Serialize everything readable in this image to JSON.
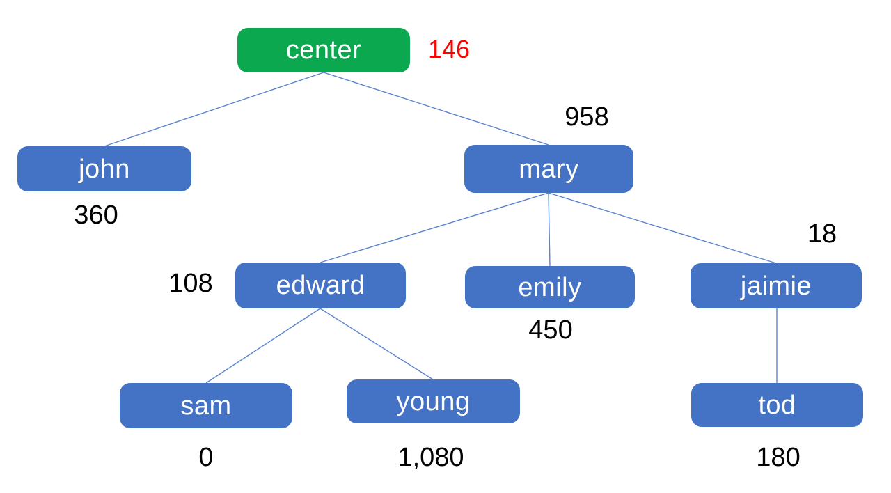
{
  "diagram": {
    "type": "tree",
    "background": "#ffffff",
    "colors": {
      "root_node_fill": "#0ca850",
      "node_fill": "#4472c4",
      "node_text": "#ffffff",
      "value_text": "#000000",
      "root_value_text": "#ff0000",
      "connector": "#5b83cf"
    },
    "nodes": {
      "center": {
        "label": "center",
        "value": "146"
      },
      "john": {
        "label": "john",
        "value": "360"
      },
      "mary": {
        "label": "mary",
        "value": "958"
      },
      "edward": {
        "label": "edward",
        "value": "108"
      },
      "emily": {
        "label": "emily",
        "value": "450"
      },
      "jaimie": {
        "label": "jaimie",
        "value": "18"
      },
      "sam": {
        "label": "sam",
        "value": "0"
      },
      "young": {
        "label": "young",
        "value": "1,080"
      },
      "tod": {
        "label": "tod",
        "value": "180"
      }
    },
    "edges": [
      {
        "from": "center",
        "to": "john"
      },
      {
        "from": "center",
        "to": "mary"
      },
      {
        "from": "mary",
        "to": "edward"
      },
      {
        "from": "mary",
        "to": "emily"
      },
      {
        "from": "mary",
        "to": "jaimie"
      },
      {
        "from": "edward",
        "to": "sam"
      },
      {
        "from": "edward",
        "to": "young"
      },
      {
        "from": "jaimie",
        "to": "tod"
      }
    ]
  }
}
